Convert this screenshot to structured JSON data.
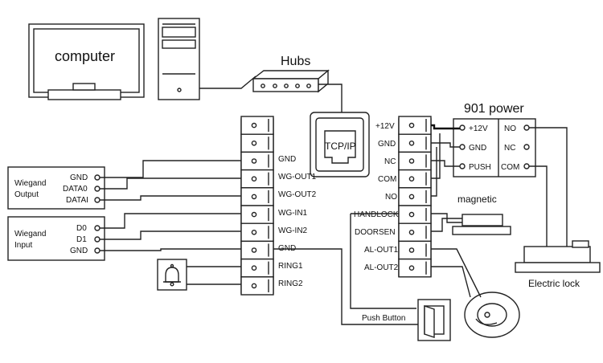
{
  "computer": {
    "label": "computer"
  },
  "hubs": {
    "label": "Hubs"
  },
  "tcpip": {
    "label": "TCP/IP"
  },
  "power": {
    "title": "901  power",
    "left_terminals": [
      "+12V",
      "GND",
      "PUSH"
    ],
    "right_terminals": [
      "NO",
      "NC",
      "COM"
    ]
  },
  "wiegand_output": {
    "title_line1": "Wiegand",
    "title_line2": "Output",
    "pins": [
      "GND",
      "DATA0",
      "DATAI"
    ]
  },
  "wiegand_input": {
    "title_line1": "Wiegand",
    "title_line2": "Input",
    "pins": [
      "D0",
      "D1",
      "GND"
    ]
  },
  "left_terminals": [
    "",
    "",
    "GND",
    "WG-OUT1",
    "WG-OUT2",
    "WG-IN1",
    "WG-IN2",
    "GND",
    "RING1",
    "RING2"
  ],
  "right_terminals": [
    "+12V",
    "GND",
    "NC",
    "COM",
    "NO",
    "HANDLOCK",
    "DOORSEN",
    "AL-OUT1",
    "AL-OUT2"
  ],
  "magnetic": {
    "label": "magnetic"
  },
  "electric_lock": {
    "label": "Electric lock"
  },
  "push_button": {
    "label": "Push Button"
  },
  "icons": [
    "monitor-icon",
    "tower-icon",
    "hub-icon",
    "ethernet-port-icon",
    "bell-icon",
    "magnetic-lock-icon",
    "electric-lock-icon",
    "push-button-icon",
    "siren-icon"
  ]
}
